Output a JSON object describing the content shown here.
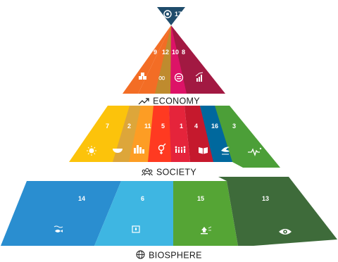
{
  "apex": {
    "label": "17",
    "color": "#19486A"
  },
  "tiers": [
    {
      "id": "economy",
      "label": "ECONOMY",
      "icon": "trend-up-icon",
      "segments": [
        {
          "goal": "9",
          "color": "#F36D25",
          "icon": "industry-cubes-icon"
        },
        {
          "goal": "12",
          "color": "#BF8B2E",
          "icon": "infinity-icon"
        },
        {
          "goal": "10",
          "color": "#DD1367",
          "icon": "equality-icon"
        },
        {
          "goal": "8",
          "color": "#A21942",
          "icon": "growth-bars-icon"
        }
      ]
    },
    {
      "id": "society",
      "label": "SOCIETY",
      "icon": "people-group-icon",
      "segments": [
        {
          "goal": "7",
          "color": "#FCC30B",
          "icon": "sun-icon"
        },
        {
          "goal": "2",
          "color": "#DDA63A",
          "icon": "bowl-icon"
        },
        {
          "goal": "11",
          "color": "#FD9D24",
          "icon": "city-icon"
        },
        {
          "goal": "5",
          "color": "#FF3A21",
          "icon": "gender-icon"
        },
        {
          "goal": "1",
          "color": "#E5243B",
          "icon": "family-icon"
        },
        {
          "goal": "4",
          "color": "#C5192D",
          "icon": "book-icon"
        },
        {
          "goal": "16",
          "color": "#00689D",
          "icon": "dove-icon"
        },
        {
          "goal": "3",
          "color": "#4C9F38",
          "icon": "heartbeat-icon"
        }
      ]
    },
    {
      "id": "biosphere",
      "label": "BIOSPHERE",
      "icon": "globe-icon",
      "segments": [
        {
          "goal": "14",
          "color": "#0A97D9",
          "icon": "fish-waves-icon"
        },
        {
          "goal": "6",
          "color": "#26BDE2",
          "icon": "water-drop-icon"
        },
        {
          "goal": "15",
          "color": "#56C02B",
          "icon": "tree-icon"
        },
        {
          "goal": "13",
          "color": "#3F7E44",
          "icon": "eye-globe-icon"
        }
      ]
    }
  ]
}
